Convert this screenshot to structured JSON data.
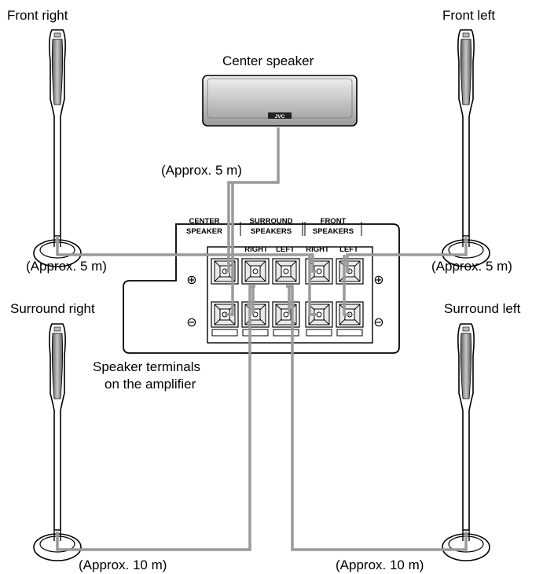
{
  "speakers": {
    "front_right": "Front right",
    "front_left": "Front left",
    "center": "Center speaker",
    "surround_right": "Surround right",
    "surround_left": "Surround left"
  },
  "center_brand": "JVC",
  "distances": {
    "center": "(Approx. 5 m)",
    "front_right": "(Approx. 5 m)",
    "front_left": "(Approx. 5 m)",
    "surround_right": "(Approx. 10 m)",
    "surround_left": "(Approx. 10 m)"
  },
  "panel": {
    "center_header": [
      "CENTER",
      "SPEAKER"
    ],
    "surround_header": [
      "SURROUND",
      "SPEAKERS"
    ],
    "front_header": [
      "FRONT",
      "SPEAKERS"
    ],
    "surround_right": "RIGHT",
    "surround_left": "LEFT",
    "front_right": "RIGHT",
    "front_left": "LEFT",
    "plus": "⊕",
    "minus": "⊖"
  },
  "terminals_caption": [
    "Speaker terminals",
    "on the amplifier"
  ],
  "colors": {
    "wire": "#9a9a9a",
    "speaker_body": "#d8d8d8",
    "speaker_dark": "#8c8c8c"
  }
}
